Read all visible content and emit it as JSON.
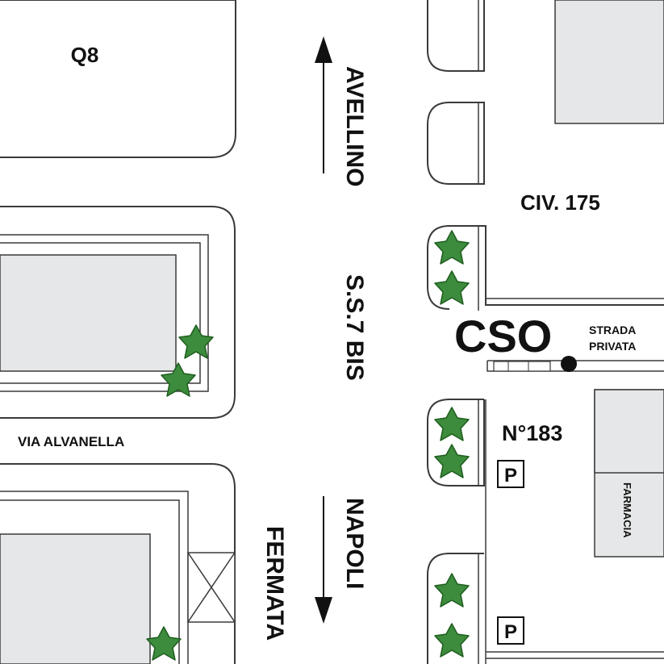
{
  "labels": {
    "q8": "Q8",
    "avellino": "AVELLINO",
    "ss7bis": "S.S.7 BIS",
    "napoli": "NAPOLI",
    "fermata": "FERMATA",
    "via_alvanella": "VIA ALVANELLA",
    "civ175": "CIV. 175",
    "cso": "CSO",
    "strada": "STRADA",
    "privata": "PRIVATA",
    "n183": "N°183",
    "farmacia": "FARMACIA",
    "parking_1": "P",
    "parking_2": "P"
  },
  "colors": {
    "building_fill": "#e6e7e8",
    "outline": "#3a3a3a",
    "tree": "#3d8b3d",
    "tree_outline": "#1f5e1f",
    "ink": "#111111"
  },
  "icons": {
    "direction": "arrow-icon",
    "tree": "tree-icon",
    "location": "location-dot-icon",
    "bus_stop": "bus-stop-icon"
  }
}
